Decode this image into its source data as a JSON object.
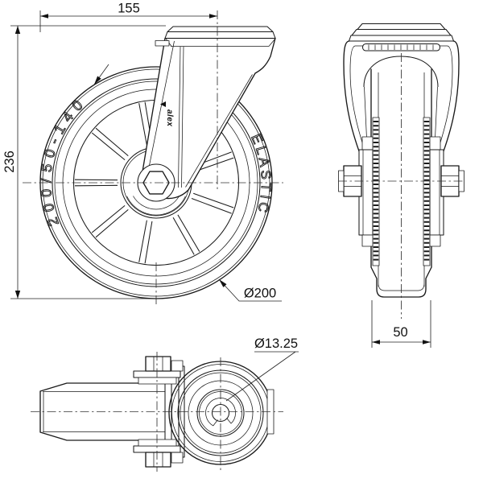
{
  "drawing": {
    "dimensions": {
      "swivel_offset": "155",
      "overall_height": "236",
      "wheel_diameter": "Ø200",
      "wheel_width": "50",
      "bolt_hole_diameter": "Ø13.25"
    },
    "wheel_markings": {
      "size_code": "200/50-140",
      "tread_label": "ELASTIC",
      "brand": "alex"
    },
    "colors": {
      "line": "#1a1a1a",
      "background": "#ffffff"
    }
  }
}
